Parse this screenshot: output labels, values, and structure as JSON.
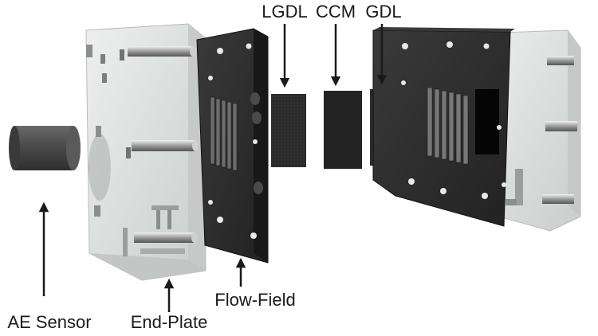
{
  "labels": {
    "lgdl": "LGDL",
    "ccm": "CCM",
    "gdl": "GDL",
    "ae_sensor": "AE Sensor",
    "end_plate": "End-Plate",
    "flow_field": "Flow-Field"
  },
  "colors": {
    "label_text": "#1a1a1a",
    "arrow": "#1a1a1a",
    "flow_field_plate": "#2b2b2b",
    "end_plate_tint": "#d8dcdc",
    "gdl_layer": "#2a2a2a",
    "sensor_body": "#4a4a4a"
  }
}
